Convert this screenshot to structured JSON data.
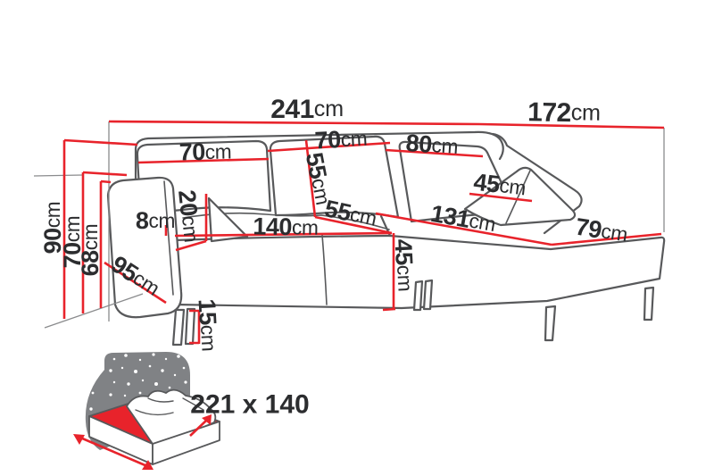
{
  "diagram": {
    "dims": {
      "total_width": {
        "value": "241",
        "unit": "cm"
      },
      "chaise_depth": {
        "value": "172",
        "unit": "cm"
      },
      "left_back_cushion": {
        "value": "70",
        "unit": "cm"
      },
      "mid_back_cushion": {
        "value": "70",
        "unit": "cm"
      },
      "right_back_cushion": {
        "value": "80",
        "unit": "cm"
      },
      "back_cushion_height": {
        "value": "55",
        "unit": "cm"
      },
      "seat_depth": {
        "value": "55",
        "unit": "cm"
      },
      "seat_width": {
        "value": "140",
        "unit": "cm"
      },
      "chaise_seat_length": {
        "value": "131",
        "unit": "cm"
      },
      "chaise_end_width": {
        "value": "79",
        "unit": "cm"
      },
      "chaise_pillow": {
        "value": "45",
        "unit": "cm"
      },
      "seat_height": {
        "value": "45",
        "unit": "cm"
      },
      "total_height": {
        "value": "90",
        "unit": "cm"
      },
      "back_height": {
        "value": "70",
        "unit": "cm"
      },
      "armrest_height": {
        "value": "68",
        "unit": "cm"
      },
      "armrest_top_width": {
        "value": "8",
        "unit": "cm"
      },
      "cushion_above_armrest": {
        "value": "20",
        "unit": "cm"
      },
      "armrest_outer_depth": {
        "value": "95",
        "unit": "cm"
      },
      "leg_height": {
        "value": "15",
        "unit": "cm"
      }
    },
    "sleeping_area": {
      "label": "221 x 140"
    },
    "colors": {
      "dimension_red": "#e8232b",
      "outline_gray": "#58595b",
      "icon_gray": "#808285",
      "label_dark": "#2c2d2f"
    }
  }
}
